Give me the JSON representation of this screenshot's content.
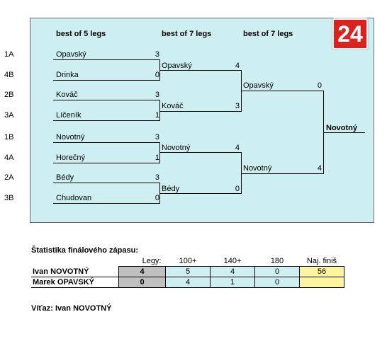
{
  "bracket": {
    "headers": [
      "best of 5 legs",
      "best of 7 legs",
      "best of 7 legs"
    ],
    "seeds": [
      "1A",
      "4B",
      "2B",
      "3A",
      "1B",
      "4A",
      "2A",
      "3B"
    ],
    "round1": [
      {
        "name": "Opavský",
        "score": "3"
      },
      {
        "name": "Drinka",
        "score": "0"
      },
      {
        "name": "Kováč",
        "score": "3"
      },
      {
        "name": "Líčeník",
        "score": "1"
      },
      {
        "name": "Novotný",
        "score": "3"
      },
      {
        "name": "Horečný",
        "score": "1"
      },
      {
        "name": "Bédy",
        "score": "3"
      },
      {
        "name": "Chudovan",
        "score": "0"
      }
    ],
    "round2": [
      {
        "name": "Opavský",
        "score": "4"
      },
      {
        "name": "Kováč",
        "score": "3"
      },
      {
        "name": "Novotný",
        "score": "4"
      },
      {
        "name": "Bédy",
        "score": "0"
      }
    ],
    "round3": [
      {
        "name": "Opavský",
        "score": "0"
      },
      {
        "name": "Novotný",
        "score": "4"
      }
    ],
    "champion": "Novotný"
  },
  "logo": {
    "text": "24",
    "color": "#d8231f"
  },
  "stats": {
    "title": "Štatistika finálového zápasu:",
    "headers": [
      "Legy:",
      "100+",
      "140+",
      "180",
      "Naj. finiš"
    ],
    "rows": [
      {
        "player": "Ivan NOVOTNÝ",
        "legs": "4",
        "c100": "5",
        "c140": "4",
        "c180": "0",
        "finish": "56"
      },
      {
        "player": "Marek OPAVSKÝ",
        "legs": "0",
        "c100": "4",
        "c140": "1",
        "c180": "0",
        "finish": ""
      }
    ],
    "winner": "Víťaz: Ivan NOVOTNÝ"
  }
}
